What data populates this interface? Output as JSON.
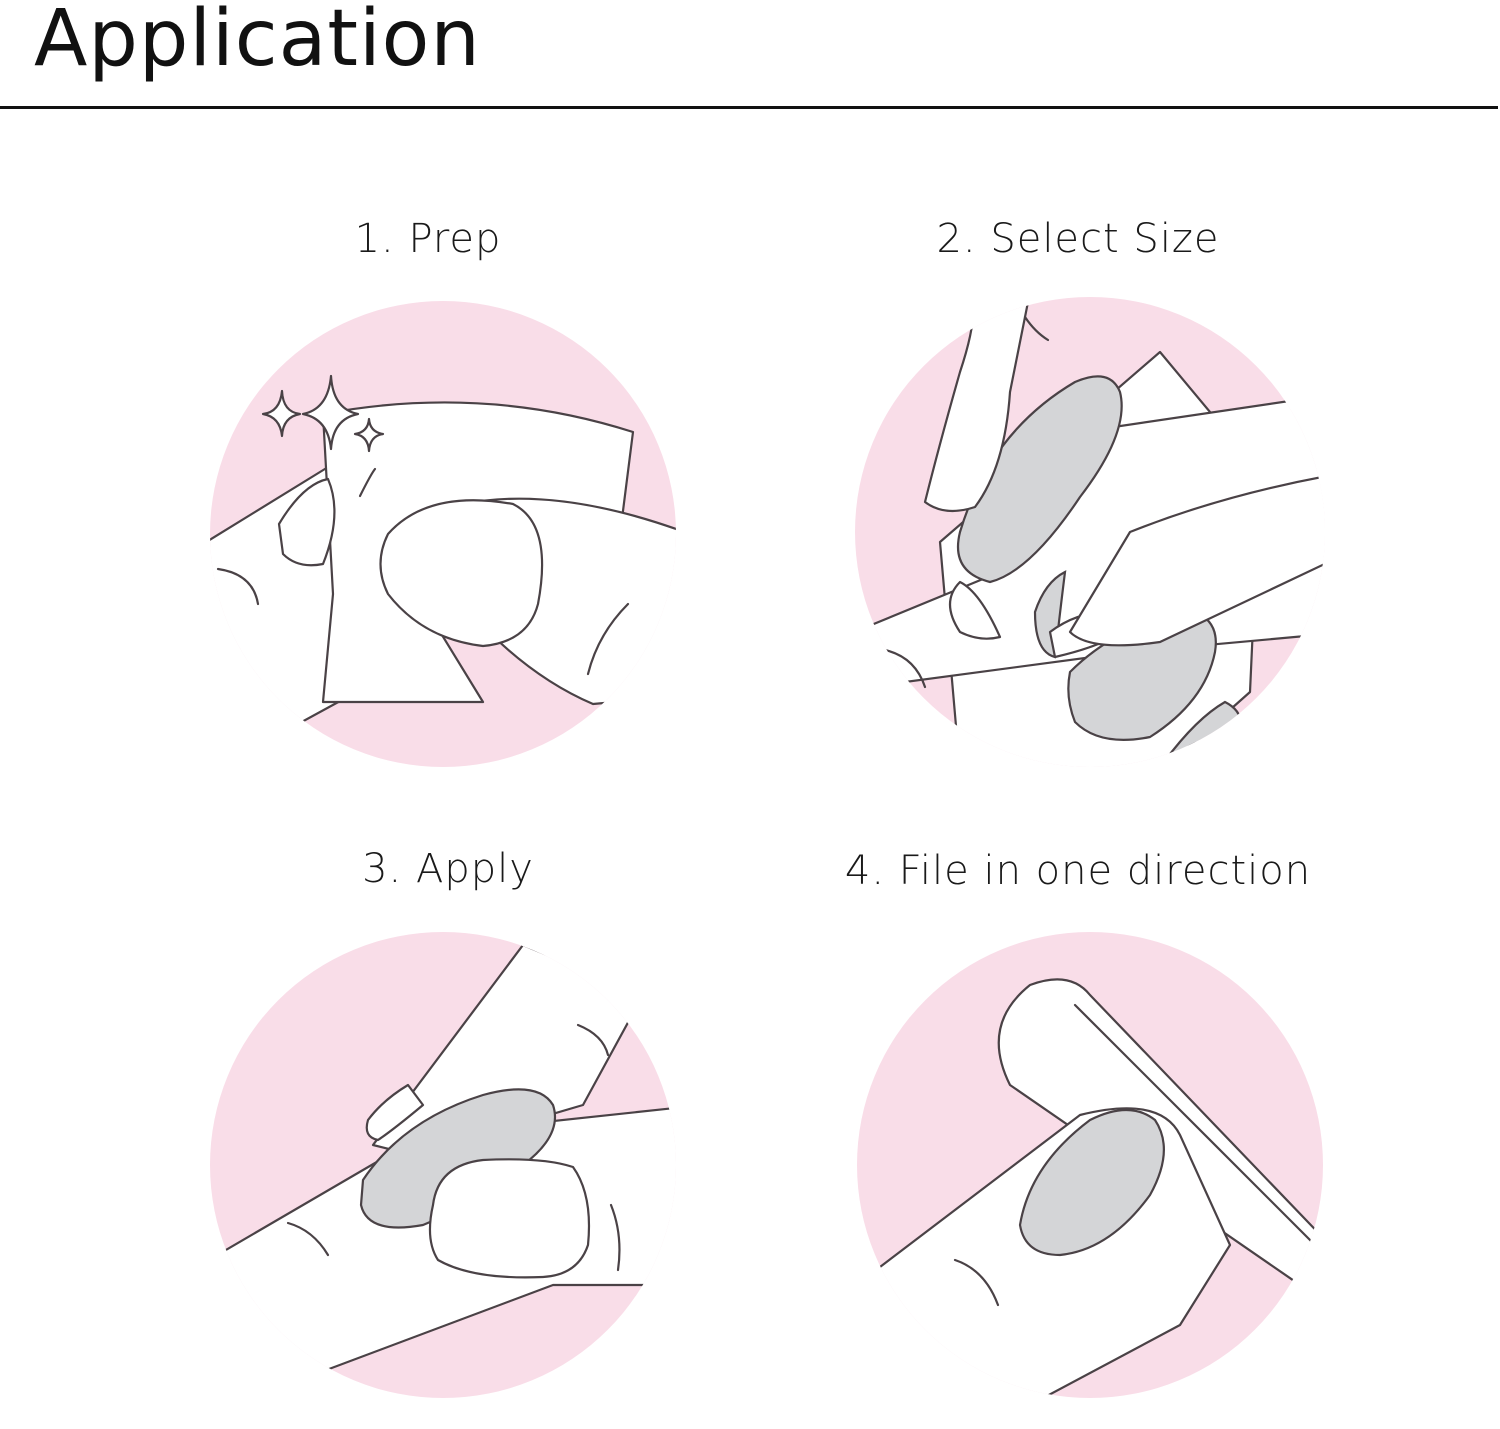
{
  "header": {
    "title": "Application"
  },
  "steps": [
    {
      "label": "1. Prep",
      "icon": "nail-prep-wipe-icon"
    },
    {
      "label": "2. Select Size",
      "icon": "select-nail-size-icon"
    },
    {
      "label": "3. Apply",
      "icon": "apply-nail-icon"
    },
    {
      "label": "4. File in one direction",
      "icon": "file-nail-icon"
    }
  ],
  "colors": {
    "circle": "#f9dde8",
    "nail": "#d4d5d7",
    "line": "#4a4246"
  }
}
